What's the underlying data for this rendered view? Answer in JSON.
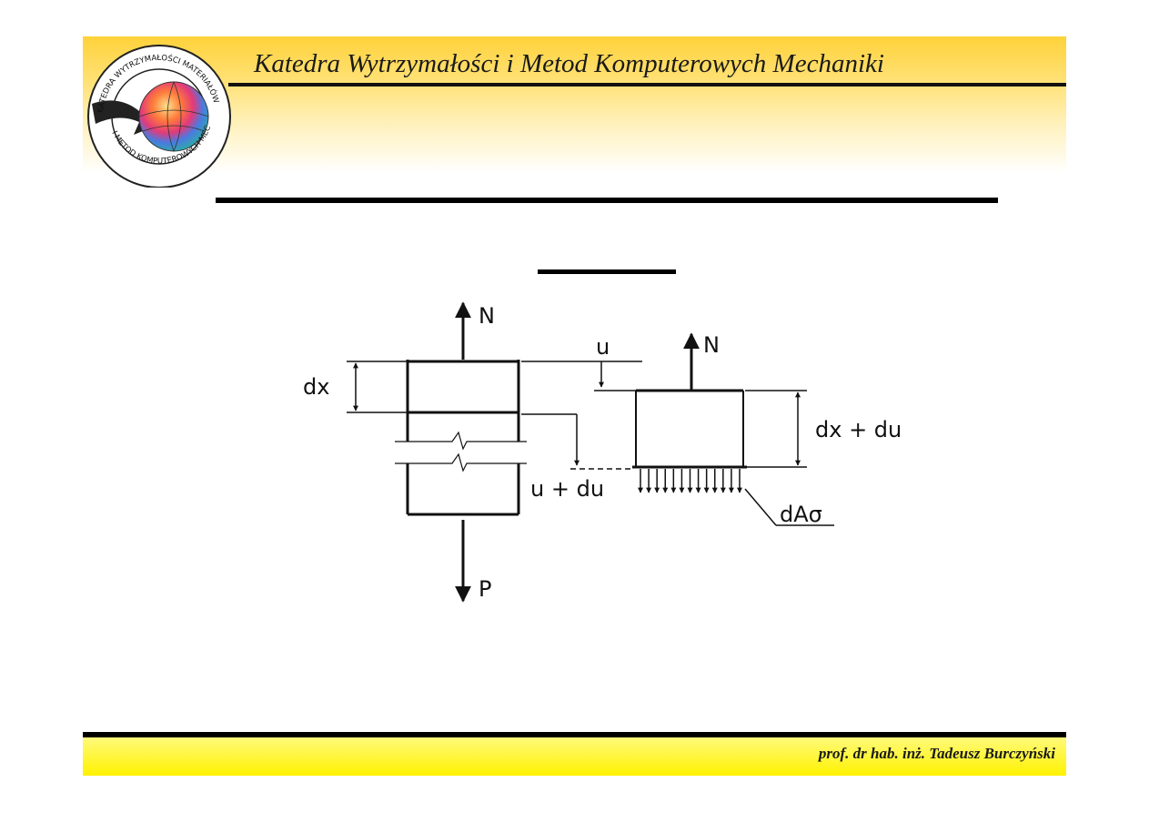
{
  "header": {
    "title": "Katedra Wytrzymałości i Metod Komputerowych Mechaniki",
    "logo_text_top": "KATEDRA WYTRZYMAŁOŚCI MATERIAŁÓW",
    "logo_text_bottom": "I METOD KOMPUTEROWYCH MECHANIKI"
  },
  "footer": {
    "author": "prof. dr hab. inż. Tadeusz Burczyński"
  },
  "diagram": {
    "labels": {
      "n_left": "N",
      "p_bottom": "P",
      "dx": "dx",
      "u": "u",
      "u_plus_du": "u + du",
      "n_right": "N",
      "dx_plus_du": "dx + du",
      "da_sigma": "dAσ"
    }
  },
  "colors": {
    "header_band": "#ffd23a",
    "footer_band": "#fff200",
    "rules": "#000000"
  }
}
